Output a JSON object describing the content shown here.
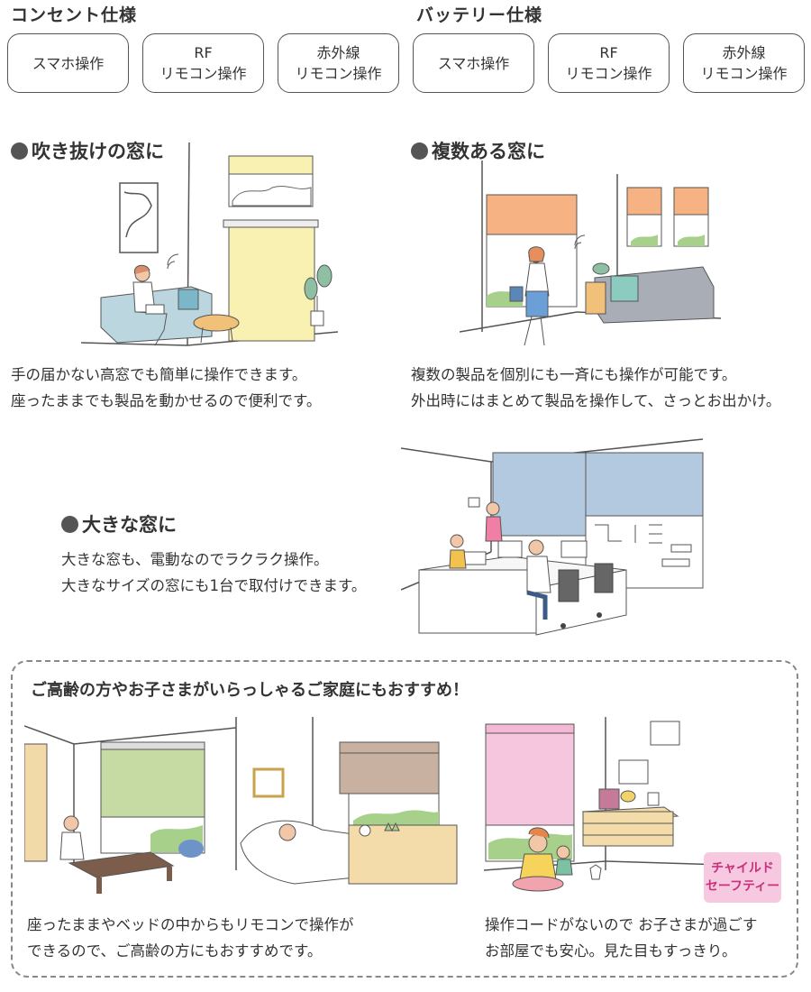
{
  "specs": {
    "outlet": {
      "title": "コンセント仕様",
      "buttons": [
        {
          "lines": [
            "スマホ操作"
          ]
        },
        {
          "lines": [
            "RF",
            "リモコン操作"
          ]
        },
        {
          "lines": [
            "赤外線",
            "リモコン操作"
          ]
        }
      ]
    },
    "battery": {
      "title": "バッテリー仕様",
      "buttons": [
        {
          "lines": [
            "スマホ操作"
          ]
        },
        {
          "lines": [
            "RF",
            "リモコン操作"
          ]
        },
        {
          "lines": [
            "赤外線",
            "リモコン操作"
          ]
        }
      ]
    }
  },
  "sections": {
    "high_window": {
      "title": "吹き抜けの窓に",
      "lines": [
        "手の届かない高窓でも簡単に操作できます。",
        "座ったままでも製品を動かせるので便利です。"
      ]
    },
    "multi_window": {
      "title": "複数ある窓に",
      "lines": [
        "複数の製品を個別にも一斉にも操作が可能です。",
        "外出時にはまとめて製品を操作して、さっとお出かけ。"
      ]
    },
    "large_window": {
      "title": "大きな窓に",
      "lines": [
        "大きな窓も、電動なのでラクラク操作。",
        "大きなサイズの窓にも1台で取付けできます。"
      ]
    }
  },
  "family": {
    "title": "ご高齢の方やお子さまがいらっしゃるご家庭にもおすすめ！",
    "elderly_lines": [
      "座ったままやベッドの中からもリモコンで操作が",
      "できるので、ご高齢の方にもおすすめです。"
    ],
    "child_lines": [
      "操作コードがないので お子さまが過ごす",
      "お部屋でも安心。見た目もすっきり。"
    ],
    "badge_lines": [
      "チャイルド",
      "セーフティー"
    ]
  },
  "colors": {
    "yellow_shade": "#f9f1b2",
    "orange_shade": "#f6b283",
    "blue_shade": "#b3c9df",
    "green_shade": "#c5dba3",
    "taupe_shade": "#c9b1a2",
    "pink_shade": "#f6c6df",
    "sofa_blue": "#bcd6df",
    "sofa_gray": "#a9adb6"
  }
}
